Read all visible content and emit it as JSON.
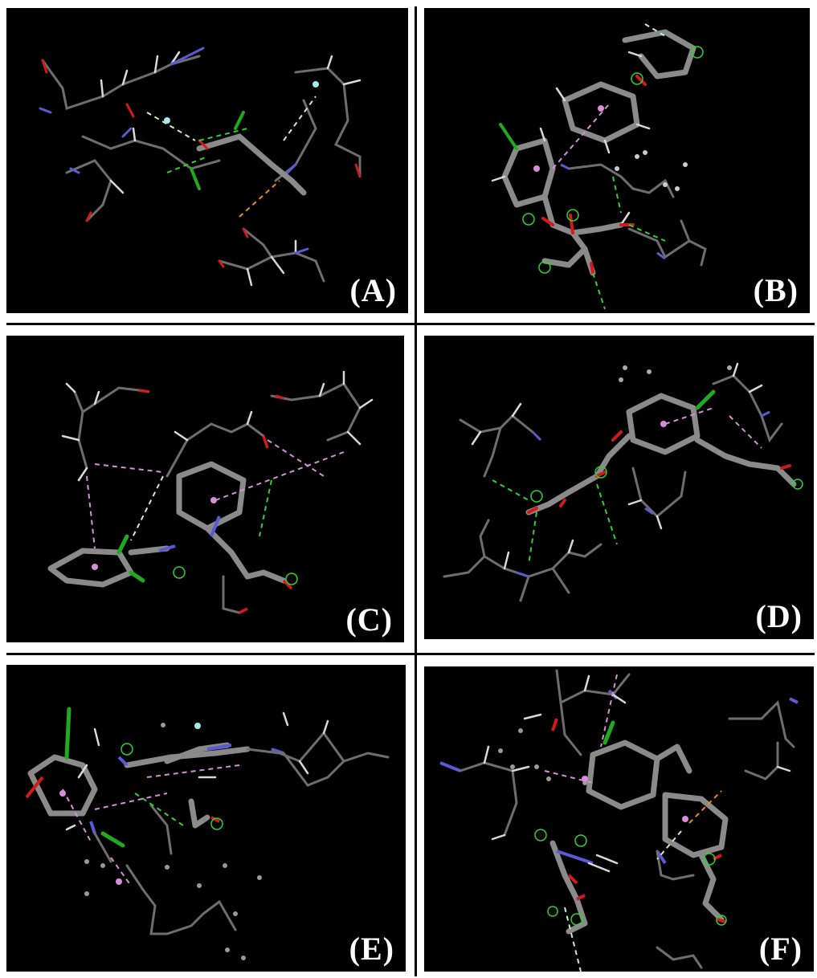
{
  "figure": {
    "panels": [
      {
        "id": "A",
        "label": "(A)"
      },
      {
        "id": "B",
        "label": "(B)"
      },
      {
        "id": "C",
        "label": "(C)"
      },
      {
        "id": "D",
        "label": "(D)"
      },
      {
        "id": "E",
        "label": "(E)"
      },
      {
        "id": "F",
        "label": "(F)"
      }
    ],
    "colors": {
      "background": "#000000",
      "carbon": "#6e6e6e",
      "hydrogen": "#d9d9d9",
      "oxygen": "#d21a1a",
      "nitrogen": "#5a5ad6",
      "chlorine": "#1faa1f",
      "h_bond": "#2fd12f",
      "carbon_h_bond": "#c8f0c8",
      "pi_alkyl": "#d88fd8",
      "pi_cation": "#f08a1e"
    }
  }
}
